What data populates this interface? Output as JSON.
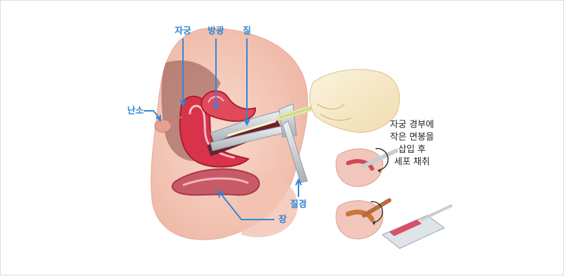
{
  "labels": {
    "uterus": "자궁",
    "bladder": "방광",
    "vagina": "질",
    "ovary": "난소",
    "rectum": "장",
    "speculum": "질경"
  },
  "caption": [
    "자궁 경부에",
    "작은 면봉을",
    "삽입 후",
    "세포 채취"
  ],
  "colors": {
    "label_blue": "#2f86d6",
    "tissue_pink": "#f3c1b4",
    "organ_red": "#d8334a",
    "speculum_gray": "#c9ced3"
  }
}
